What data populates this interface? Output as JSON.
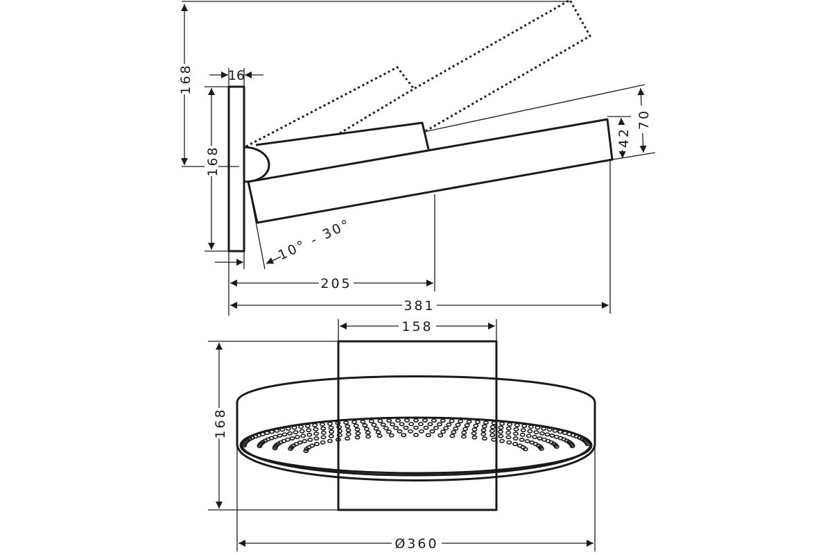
{
  "side_view": {
    "dim_total_height": "168",
    "dim_plate_thickness": "16",
    "dim_plate_height": "168",
    "dim_head_outer": "70",
    "dim_head_thickness": "42",
    "angle_range": "10° - 30°",
    "dim_arm_reach": "205",
    "dim_total_length": "381"
  },
  "front_view": {
    "dim_mount_width": "158",
    "dim_height": "168",
    "dim_diameter": "Ø360"
  }
}
